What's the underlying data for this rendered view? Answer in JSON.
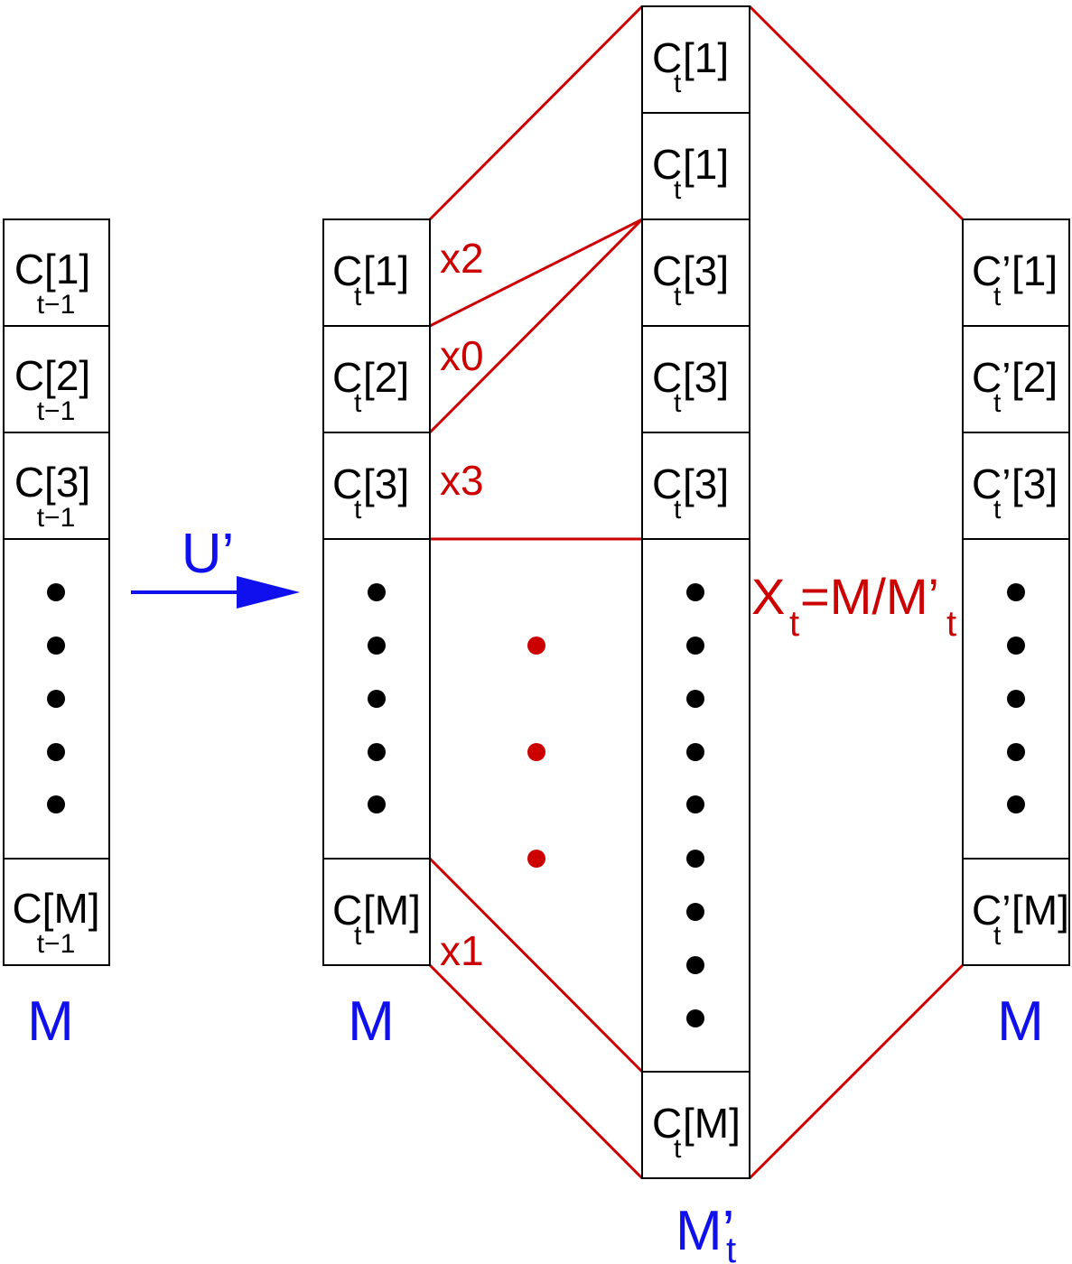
{
  "colors": {
    "red": "#cc0000",
    "blue": "#1010ee",
    "black": "#000000"
  },
  "col1": {
    "cells": [
      {
        "main": "C[1]",
        "sub": "t−1"
      },
      {
        "main": "C[2]",
        "sub": "t−1"
      },
      {
        "main": "C[3]",
        "sub": "t−1"
      },
      {
        "main": "C[M]",
        "sub": "t−1"
      }
    ],
    "label": "M"
  },
  "arrow_label": "U’",
  "col2": {
    "cells": [
      {
        "pre": "C",
        "sub": "t",
        "post": "[1]"
      },
      {
        "pre": "C",
        "sub": "t",
        "post": "[2]"
      },
      {
        "pre": "C",
        "sub": "t",
        "post": "[3]"
      },
      {
        "pre": "C",
        "sub": "t",
        "post": "[M]"
      }
    ],
    "label": "M"
  },
  "col3": {
    "cells": [
      {
        "pre": "C",
        "sub": "t",
        "post": "[1]"
      },
      {
        "pre": "C",
        "sub": "t",
        "post": "[1]"
      },
      {
        "pre": "C",
        "sub": "t",
        "post": "[3]"
      },
      {
        "pre": "C",
        "sub": "t",
        "post": "[3]"
      },
      {
        "pre": "C",
        "sub": "t",
        "post": "[3]"
      },
      {
        "pre": "C",
        "sub": "t",
        "post": "[M]"
      }
    ],
    "label": {
      "main": "M’",
      "sub": "t"
    }
  },
  "col4": {
    "cells": [
      {
        "pre": "C’",
        "sub": "t",
        "post": "[1]"
      },
      {
        "pre": "C’",
        "sub": "t",
        "post": "[2]"
      },
      {
        "pre": "C’",
        "sub": "t",
        "post": "[3]"
      },
      {
        "pre": "C’",
        "sub": "t",
        "post": "[M]"
      }
    ],
    "label": "M"
  },
  "multipliers": [
    "x2",
    "x0",
    "x3",
    "x1"
  ],
  "formula": {
    "X": "X",
    "sub": "t",
    "rest": "=M/M’",
    "rest_sub": "t"
  }
}
